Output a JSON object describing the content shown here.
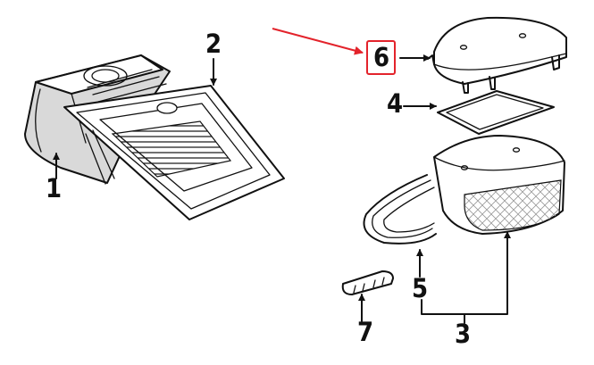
{
  "callouts": [
    {
      "id": "c1",
      "label": "1"
    },
    {
      "id": "c2",
      "label": "2"
    },
    {
      "id": "c3",
      "label": "3"
    },
    {
      "id": "c4",
      "label": "4"
    },
    {
      "id": "c5",
      "label": "5"
    },
    {
      "id": "c6",
      "label": "6"
    },
    {
      "id": "c7",
      "label": "7"
    }
  ],
  "highlight": {
    "target": "6",
    "color": "#e3232b"
  }
}
